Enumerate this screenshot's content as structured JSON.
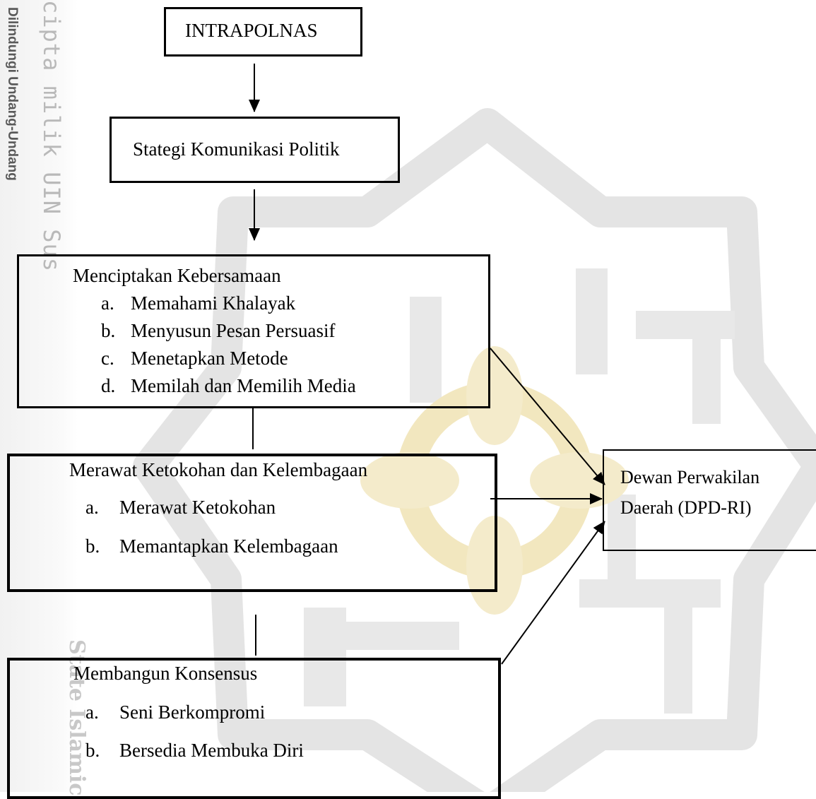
{
  "watermark": {
    "law_text": "Dilindungi Undang-Undang",
    "hak_cipta_text": "cipta milik UIN Sus",
    "state_islamic_text": "State Islamic",
    "colors": {
      "gold": "#f2e7bf",
      "gray": "#e6e6e6",
      "dark_gray": "#b9b9b9"
    }
  },
  "diagram": {
    "intrapolnas": {
      "label": "INTRAPOLNAS"
    },
    "strategi": {
      "label": "Stategi Komunikasi Politik"
    },
    "menciptakan": {
      "title": "Menciptakan Kebersamaan",
      "items": [
        {
          "marker": "a.",
          "label": "Memahami Khalayak"
        },
        {
          "marker": "b.",
          "label": "Menyusun Pesan Persuasif"
        },
        {
          "marker": "c.",
          "label": "Menetapkan Metode"
        },
        {
          "marker": "d.",
          "label": "Memilah dan Memilih Media"
        }
      ]
    },
    "merawat": {
      "title": "Merawat Ketokohan dan Kelembagaan",
      "items": [
        {
          "marker": "a.",
          "label": "Merawat Ketokohan"
        },
        {
          "marker": "b.",
          "label": "Memantapkan Kelembagaan"
        }
      ]
    },
    "membangun": {
      "title": "Membangun Konsensus",
      "items": [
        {
          "marker": "a.",
          "label": "Seni Berkompromi"
        },
        {
          "marker": "b.",
          "label": "Bersedia Membuka Diri"
        }
      ]
    },
    "dpd": {
      "line1": "Dewan Perwakilan",
      "line2": "Daerah (DPD-RI)"
    }
  }
}
